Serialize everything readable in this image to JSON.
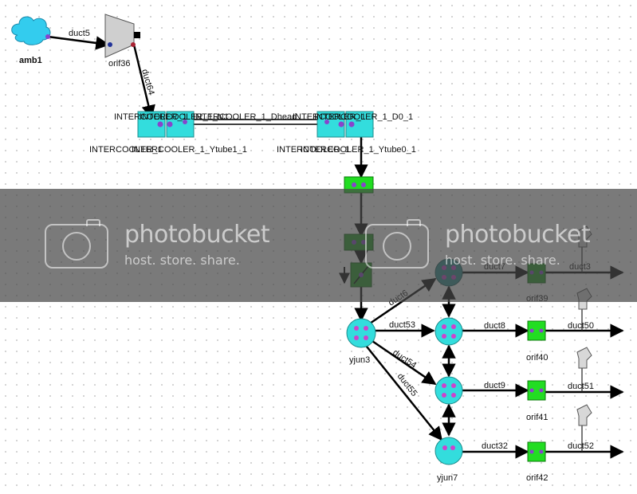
{
  "components": {
    "amb1": "amb1",
    "orif36": "orif36",
    "ic_n1": "INTERCOOLER_1_N1",
    "ic_dhead": "INTERCOOLER_1_Dhead",
    "ic_d0": "INTERCOOLER_1_D0_1",
    "ic_ytube1": "INTERCOOLER_1_Ytube1_1",
    "ic_ytube0": "INTERCOOLER_1_Ytube0_1",
    "ic_left_outer": "INTERCOOLER_1",
    "ic_right_outer": "INTERCOOLER_1",
    "ic_left_top_outer": "INTERCOOLER_1",
    "ic_right_top_outer": "INTERCOOLER_1",
    "yjun3": "yjun3",
    "yjun7": "yjun7",
    "orif39": "orif39",
    "orif40": "orif40",
    "orif41": "orif41",
    "orif42": "orif42"
  },
  "ducts": {
    "duct5": "duct5",
    "duct64": "duct64",
    "duct6": "duct6",
    "duct53": "duct53",
    "duct54": "duct54",
    "duct55": "duct55",
    "duct7": "duct7",
    "duct8": "duct8",
    "duct9": "duct9",
    "duct32": "duct32",
    "duct3": "duct3",
    "duct50": "duct50",
    "duct51": "duct51",
    "duct52": "duct52"
  },
  "watermark": {
    "brand": "photobucket",
    "tagline": "host. store. share."
  },
  "colors": {
    "ambient": "#33ccee",
    "intercooler": "#33dddd",
    "junction": "#33dddd",
    "junction_dark": "#2a8c8c",
    "orifice": "#22dd22",
    "orifice_dark": "#1e9a1e",
    "port": "#8844cc",
    "line": "#000000"
  }
}
